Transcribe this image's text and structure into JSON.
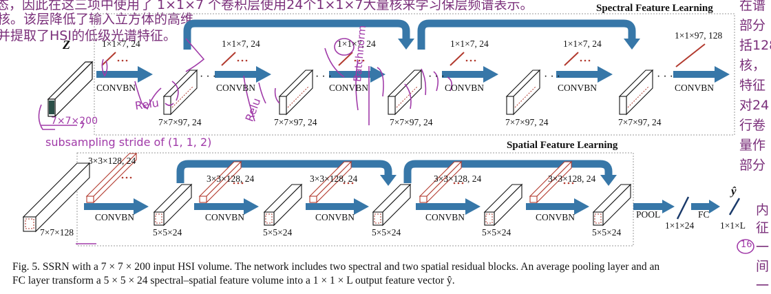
{
  "notes": {
    "top_line_1": "态，因此在这三项中使用了 1×1×7 个卷积层使用24个1×1×7大量核来学习保层频谱表示。",
    "top_line_2": "核。该层降低了输入立方体的高维",
    "top_line_3": "并提取了HSI的低级光谱特征。",
    "right_lines": [
      "在谱",
      "部分",
      "括128",
      "核，",
      "特征",
      "对24",
      "行卷",
      "量作",
      "部分"
    ],
    "right_lower": [
      "内",
      "征",
      "一",
      "间",
      "一"
    ],
    "subsampling": "subsampling stride of (1, 1, 2)",
    "handwritten_dims": "7×7×200",
    "handwritten_words": [
      "Relu",
      "Relu",
      "Batchnorm"
    ],
    "circled_number": "16"
  },
  "spectral": {
    "title": "Spectral Feature Learning",
    "input_symbol": "Z",
    "kernel_labels": [
      "1×1×7, 24",
      "1×1×7, 24",
      "1×1×7, 24",
      "1×1×7, 24",
      "1×1×7, 24",
      "1×1×97, 128"
    ],
    "op_label": "CONVBN",
    "cube_labels": [
      "7×7×97, 24",
      "7×7×97, 24",
      "7×7×97, 24",
      "7×7×97, 24",
      "7×7×97, 24"
    ],
    "ellipsis": "· · ·"
  },
  "spatial": {
    "title": "Spatial Feature Learning",
    "kernel_labels": [
      "3×3×128, 24",
      "3×3×128, 24",
      "3×3×128, 24",
      "3×3×128, 24",
      "3×3×128, 24"
    ],
    "op_label": "CONVBN",
    "input_label": "7×7×128",
    "cube_labels": [
      "5×5×24",
      "5×5×24",
      "5×5×24",
      "5×5×24",
      "5×5×24"
    ],
    "pool_label": "POOL",
    "fc_label": "FC",
    "pooled_label": "1×1×24",
    "output_label": "1×1×L",
    "output_symbol": "ŷ"
  },
  "caption": {
    "line_1": "Fig. 5.   SSRN with a 7 × 7 × 200 input HSI volume. The network includes two spectral and two spatial residual blocks. An average pooling layer and an",
    "line_2": "FC layer transform a 5 × 5 × 24 spectral–spatial feature volume into a 1 × 1 × L output feature vector ŷ."
  },
  "colors": {
    "arrow": "#3777a8",
    "kernel": "#b23a2e",
    "ink": "#a03aa8"
  }
}
